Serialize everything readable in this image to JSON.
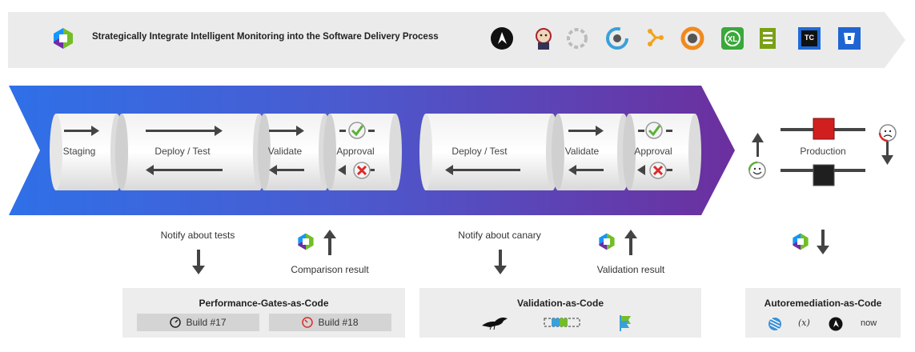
{
  "banner": {
    "title": "Strategically Integrate Intelligent Monitoring into the Software Delivery Process",
    "logo_icon": "dynatrace-logo-icon",
    "tool_icons": [
      "ansible-icon",
      "jenkins-icon",
      "circle-ring-icon",
      "cloud-c-icon",
      "git-flow-icon",
      "gradle-cycle-icon",
      "xebialabs-xl-icon",
      "aws-codepipeline-icon",
      "teamcity-tc-icon",
      "bitbucket-icon"
    ]
  },
  "pipeline": {
    "stages": [
      "Staging",
      "Deploy / Test",
      "Validate",
      "Approval",
      "Deploy / Test",
      "Validate",
      "Approval"
    ],
    "production_label": "Production"
  },
  "notes": {
    "notify_tests": "Notify about tests",
    "comparison_result": "Comparison result",
    "notify_canary": "Notify about canary",
    "validation_result": "Validation result"
  },
  "panels": {
    "performance": {
      "title": "Performance-Gates-as-Code",
      "build_a": "Build #17",
      "build_b": "Build #18"
    },
    "validation": {
      "title": "Validation-as-Code"
    },
    "autoremediation": {
      "title": "Autoremediation-as-Code",
      "fx_label": "(x)",
      "now_label": "now"
    }
  },
  "colors": {
    "gradient_start": "#2f6fe6",
    "gradient_end": "#6a2fa0",
    "ok": "#5ab137",
    "fail": "#dd2a2a",
    "prod_red": "#d11f1f"
  }
}
